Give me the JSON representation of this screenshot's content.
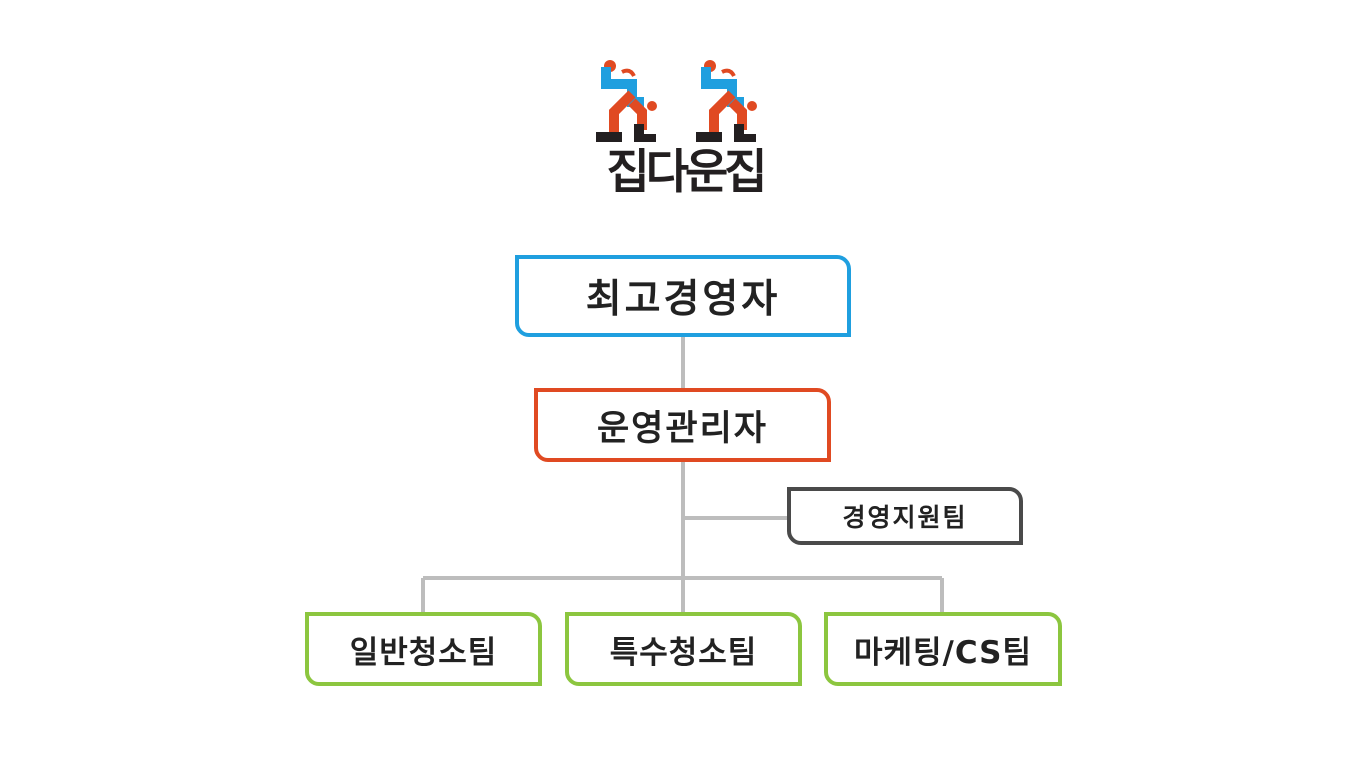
{
  "logo": {
    "name": "집다운집",
    "colors": {
      "blue": "#1f9fdf",
      "red": "#e04a22",
      "dark": "#231f20"
    }
  },
  "org": {
    "ceo": "최고경영자",
    "operations": "운영관리자",
    "management_support": "경영지원팀",
    "teams": [
      "일반청소팀",
      "특수청소팀",
      "마케팅/CS팀"
    ]
  },
  "colors": {
    "ceo_border": "#1f9fdf",
    "operations_border": "#e04a22",
    "support_border": "#4a4a4a",
    "team_border": "#8cc63f",
    "connector": "#bdbdbd"
  }
}
